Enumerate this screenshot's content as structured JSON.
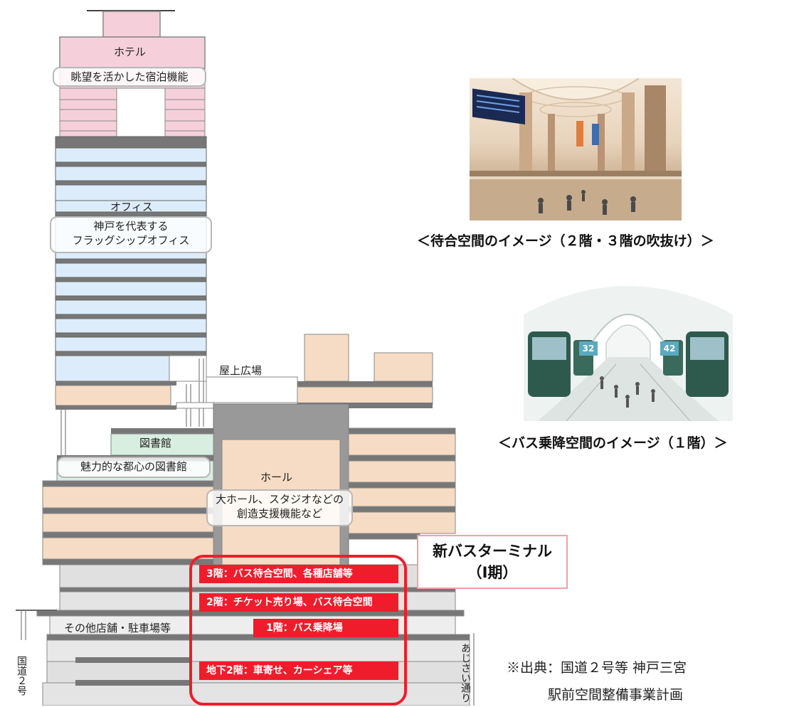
{
  "building": {
    "hotel": {
      "title": "ホテル",
      "desc": "眺望を活かした宿泊機能"
    },
    "office": {
      "title": "オフィス",
      "desc_line1": "神戸を代表する",
      "desc_line2": "フラッグシップオフィス"
    },
    "rooftop": "屋上広場",
    "library": {
      "title": "図書館",
      "desc": "魅力的な都心の図書館"
    },
    "hall": {
      "title": "ホール",
      "desc_line1": "大ホール、スタジオなどの",
      "desc_line2": "創造支援機能など"
    },
    "other_shops": "その他店舗・駐車場等",
    "road_left": "国道２号",
    "road_right": "あじさい通り"
  },
  "terminal": {
    "title_line1": "新バスターミナル",
    "title_line2": "（Ⅰ期）",
    "floors": [
      "3階：バス待合空間、各種店舗等",
      "2階：チケット売り場、バス待合空間",
      "1階：バス乗降場",
      "地下2階：車寄せ、カーシェア等"
    ]
  },
  "images": {
    "waiting_caption": "＜待合空間のイメージ（２階・３階の吹抜け）＞",
    "bus_caption": "＜バス乗降空間のイメージ（１階）＞",
    "bus_numbers": [
      "32",
      "42"
    ]
  },
  "source": {
    "line1": "※出典：国道２号等 神戸三宮",
    "line2": "駅前空間整備事業計画"
  },
  "colors": {
    "hotel": "#f5d0da",
    "office": "#dcecfa",
    "podium": "#f6dcc4",
    "library": "#d8eee0",
    "terminal_red": "#ef1d2b",
    "frame_gray": "#7a7a7a"
  }
}
